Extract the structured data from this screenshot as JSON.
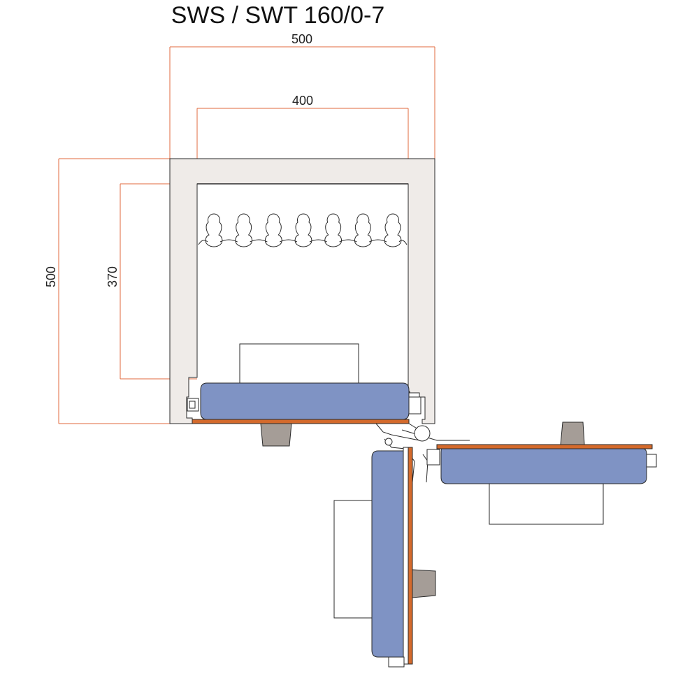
{
  "title": "SWS / SWT 160/0-7",
  "dimensions": {
    "outer_width": "500",
    "inner_width": "400",
    "outer_height": "500",
    "inner_height": "370"
  },
  "colors": {
    "dimension_line": "#e06a3c",
    "cabinet_fill": "#efebe8",
    "drawer_body": "#7f93c4",
    "panel_orange": "#d46a2c",
    "handle_gray": "#a59d97",
    "outline": "#2a2a2a"
  },
  "holder_count": 7
}
